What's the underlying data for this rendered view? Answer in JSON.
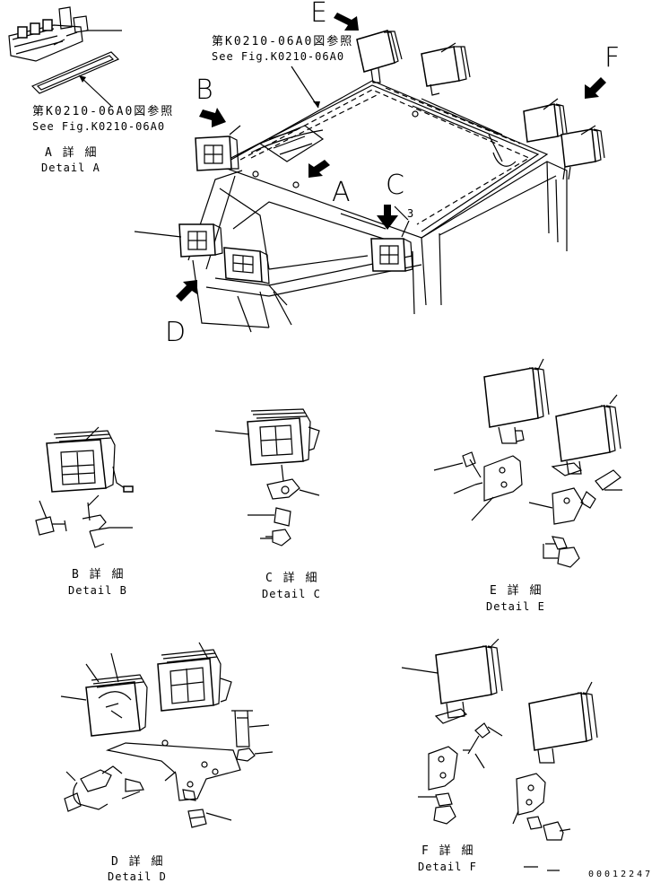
{
  "labels": {
    "A": "A",
    "B": "B",
    "C": "C",
    "D": "D",
    "E": "E",
    "F": "F",
    "part_3": "3"
  },
  "refs": {
    "top_jp": "第K0210-06A0図参照",
    "top_en": "See Fig.K0210-06A0",
    "a_jp": "第K0210-06A0図参照",
    "a_en": "See Fig.K0210-06A0"
  },
  "details": {
    "A": {
      "jp": "A 詳 細",
      "en": "Detail A"
    },
    "B": {
      "jp": "B 詳 細",
      "en": "Detail B"
    },
    "C": {
      "jp": "C 詳 細",
      "en": "Detail C"
    },
    "D": {
      "jp": "D 詳 細",
      "en": "Detail D"
    },
    "E": {
      "jp": "E 詳 細",
      "en": "Detail E"
    },
    "F": {
      "jp": "F 詳 細",
      "en": "Detail F"
    }
  },
  "drawing_code": "00012247"
}
